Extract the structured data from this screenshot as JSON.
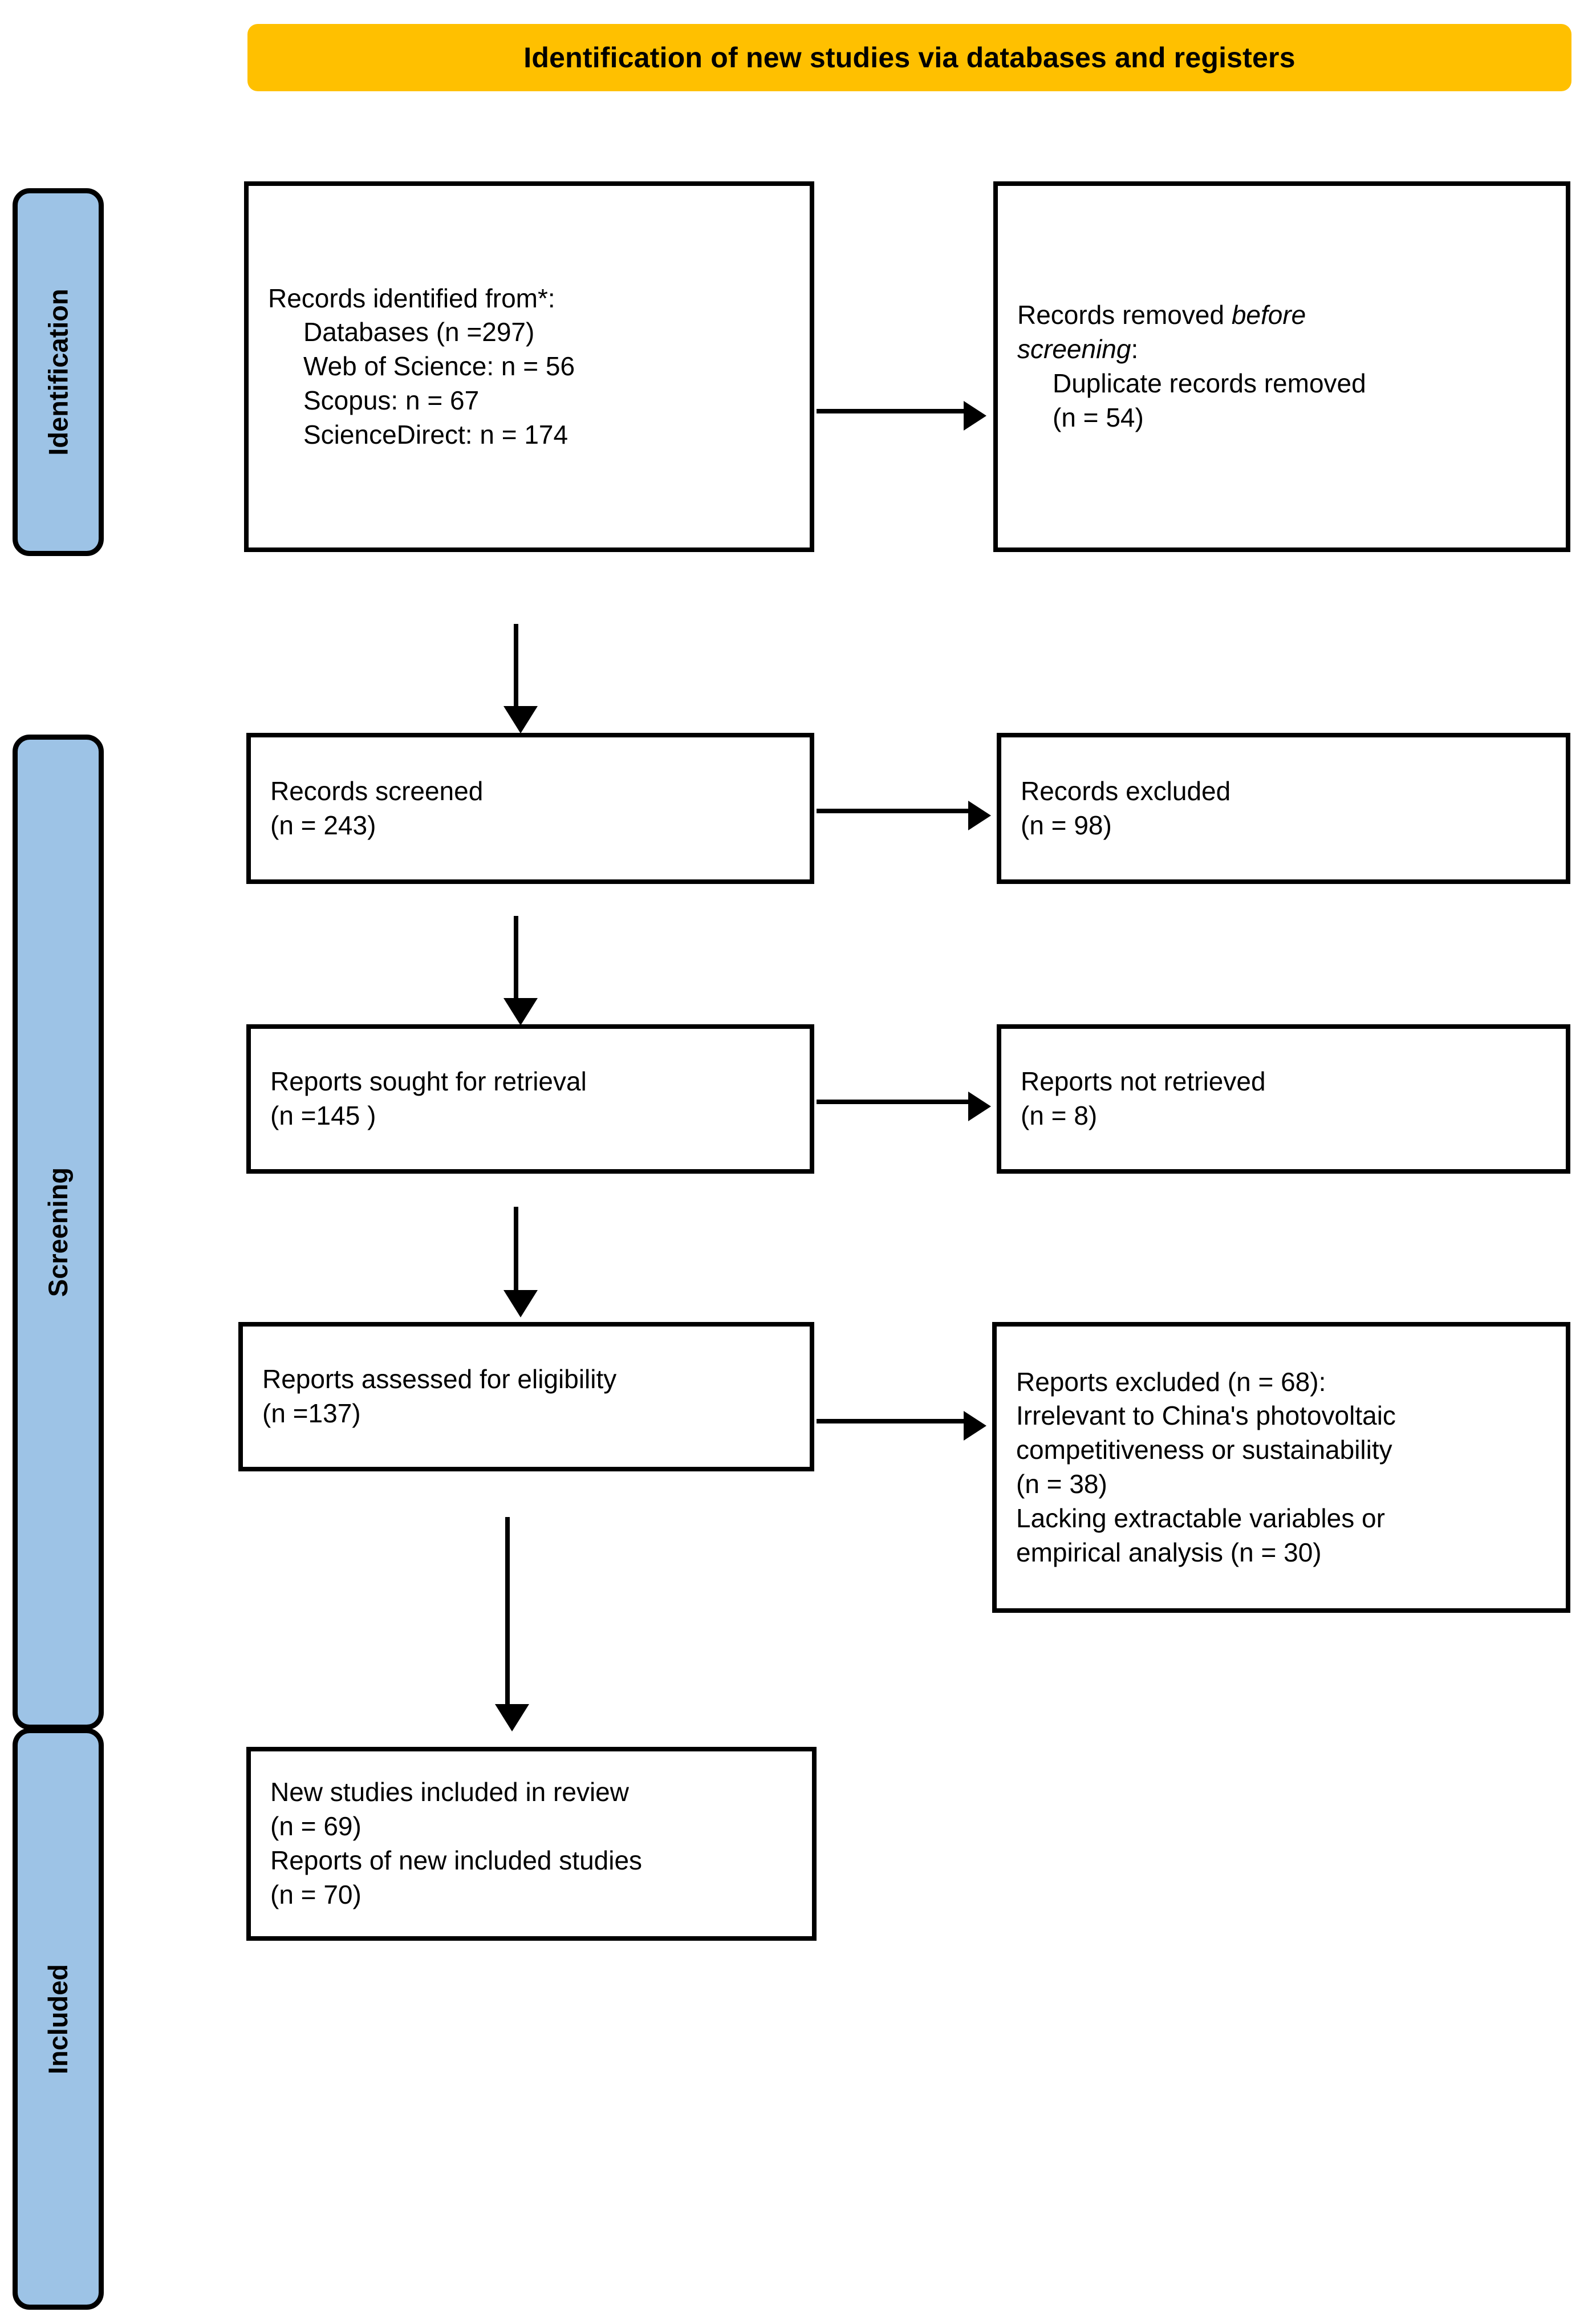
{
  "title": {
    "text": "Identification of new studies via databases and registers",
    "background": "#FFC000"
  },
  "stages": {
    "identification": "Identification",
    "screening": "Screening",
    "included": "Included",
    "background": "#9DC3E6"
  },
  "boxes": {
    "identified": {
      "line1": "Records identified from*:",
      "line2": "Databases (n =297)",
      "line3": "Web of Science: n = 56",
      "line4": "Scopus: n = 67",
      "line5": "ScienceDirect: n = 174"
    },
    "removed": {
      "line1_plain": "Records removed ",
      "line1_italic": "before",
      "line2_italic": "screening",
      "line2_plain": ":",
      "line3": "Duplicate records removed",
      "line4": "(n = 54)"
    },
    "screened": {
      "line1": "Records screened",
      "line2": "(n = 243)"
    },
    "excluded": {
      "line1": "Records excluded",
      "line2": "(n = 98)"
    },
    "sought": {
      "line1": "Reports sought for retrieval",
      "line2": "(n =145 )"
    },
    "not_retrieved": {
      "line1": "Reports not retrieved",
      "line2": "(n = 8)"
    },
    "eligibility": {
      "line1": "Reports assessed for eligibility",
      "line2": "(n =137)"
    },
    "reports_excluded": {
      "line1": "Reports excluded (n = 68):",
      "line2": "Irrelevant to China's photovoltaic",
      "line3": "competitiveness or sustainability",
      "line4": "(n = 38)",
      "line5": "Lacking extractable variables or",
      "line6": "empirical analysis (n = 30)"
    },
    "included": {
      "line1": "New studies included in review",
      "line2": "(n = 69)",
      "line3": "Reports of new included studies",
      "line4": "(n = 70)"
    }
  },
  "chart_data": {
    "type": "diagram",
    "title": "Identification of new studies via databases and registers",
    "nodes": [
      {
        "id": "identified",
        "stage": "Identification",
        "label": "Records identified from*",
        "n": 297,
        "sources": [
          {
            "name": "Web of Science",
            "n": 56
          },
          {
            "name": "Scopus",
            "n": 67
          },
          {
            "name": "ScienceDirect",
            "n": 174
          }
        ]
      },
      {
        "id": "removed",
        "stage": "Identification",
        "label": "Records removed before screening: Duplicate records removed",
        "n": 54
      },
      {
        "id": "screened",
        "stage": "Screening",
        "label": "Records screened",
        "n": 243
      },
      {
        "id": "excluded",
        "stage": "Screening",
        "label": "Records excluded",
        "n": 98
      },
      {
        "id": "sought",
        "stage": "Screening",
        "label": "Reports sought for retrieval",
        "n": 145
      },
      {
        "id": "not_retrieved",
        "stage": "Screening",
        "label": "Reports not retrieved",
        "n": 8
      },
      {
        "id": "eligibility",
        "stage": "Screening",
        "label": "Reports assessed for eligibility",
        "n": 137
      },
      {
        "id": "reports_excluded",
        "stage": "Screening",
        "label": "Reports excluded",
        "n": 68,
        "reasons": [
          {
            "reason": "Irrelevant to China's photovoltaic competitiveness or sustainability",
            "n": 38
          },
          {
            "reason": "Lacking extractable variables or empirical analysis",
            "n": 30
          }
        ]
      },
      {
        "id": "included_studies",
        "stage": "Included",
        "label": "New studies included in review",
        "n": 69
      },
      {
        "id": "included_reports",
        "stage": "Included",
        "label": "Reports of new included studies",
        "n": 70
      }
    ],
    "edges": [
      {
        "from": "identified",
        "to": "removed",
        "direction": "right"
      },
      {
        "from": "identified",
        "to": "screened",
        "direction": "down"
      },
      {
        "from": "screened",
        "to": "excluded",
        "direction": "right"
      },
      {
        "from": "screened",
        "to": "sought",
        "direction": "down"
      },
      {
        "from": "sought",
        "to": "not_retrieved",
        "direction": "right"
      },
      {
        "from": "sought",
        "to": "eligibility",
        "direction": "down"
      },
      {
        "from": "eligibility",
        "to": "reports_excluded",
        "direction": "right"
      },
      {
        "from": "eligibility",
        "to": "included_studies",
        "direction": "down"
      }
    ]
  }
}
